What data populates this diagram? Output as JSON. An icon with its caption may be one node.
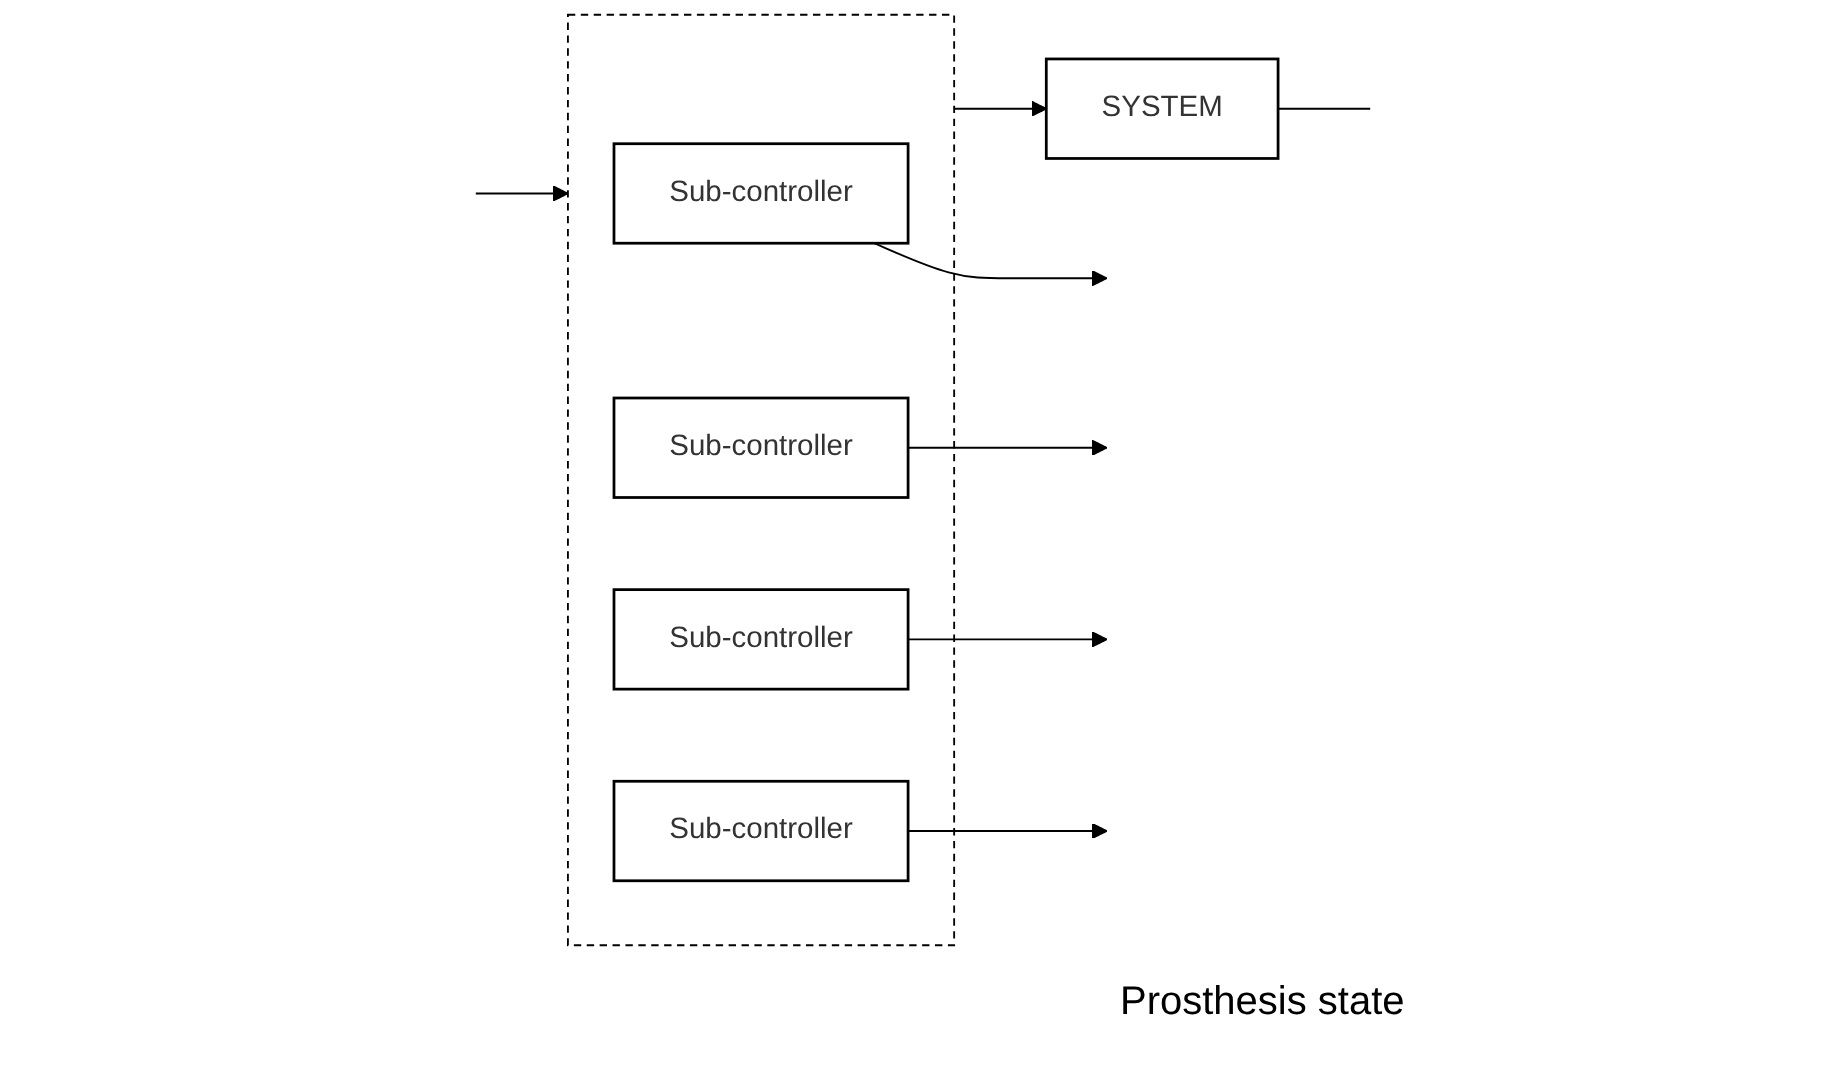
{
  "diagram": {
    "nodes": [
      {
        "text": [],
        "shape": "box"
      },
      {
        "text": [
          "Sub-controller"
        ],
        "in": 0
      },
      {
        "text": [
          "Sub-controller"
        ],
        "in": 0
      },
      {
        "text": [
          "Sub-controller"
        ],
        "in": 0
      },
      {
        "text": [
          "Sub-controller"
        ],
        "in": 0
      },
      {
        "text": [
          "SYSTEM"
        ]
      }
    ],
    "edges": [
      {
        "from": 1,
        "to": null,
        "arrow": "to"
      },
      {
        "from": 2,
        "to": null,
        "arrow": "to"
      },
      {
        "from": 3,
        "to": null,
        "arrow": "to"
      },
      {
        "from": 4,
        "to": null,
        "arrow": "to"
      },
      {
        "from": 0,
        "to": 5,
        "arrow": "to"
      },
      {
        "from": 5,
        "to": null,
        "arrow": "none"
      },
      {
        "from": null,
        "to": 0,
        "arrow": "to"
      }
    ],
    "labels": [
      "Prosthesis state"
    ]
  }
}
